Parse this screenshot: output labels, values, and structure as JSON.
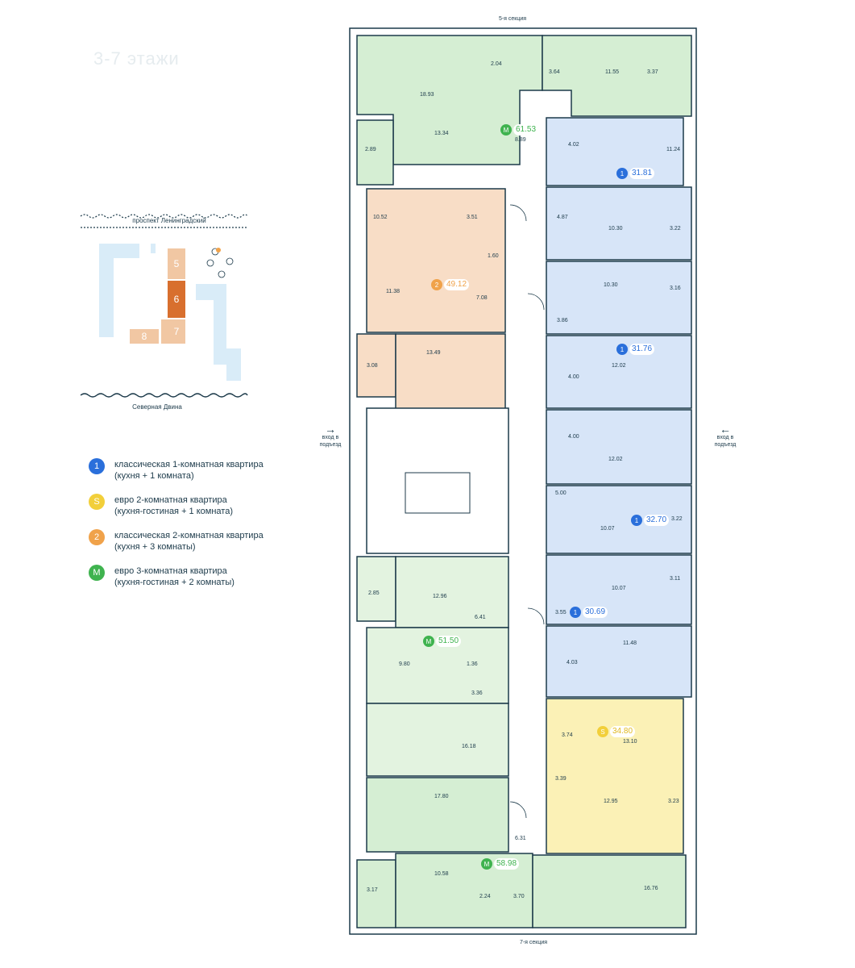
{
  "floor_title": "3-7 этажи",
  "section_top": "5-я секция",
  "section_bottom": "7-я секция",
  "entrance_left": [
    "вход в",
    "подъезд"
  ],
  "entrance_right": [
    "вход в",
    "подъезд"
  ],
  "keyplan": {
    "street": "проспект Ленинградский",
    "river": "Северная Двина",
    "sections": [
      "5",
      "6",
      "7",
      "8"
    ]
  },
  "legend": [
    {
      "badge": "1",
      "color": "#2a6fdb",
      "line1": "классическая 1-комнатная квартира",
      "line2": "(кухня + 1 комната)"
    },
    {
      "badge": "S",
      "color": "#f2cf3a",
      "line1": "евро 2-комнатная квартира",
      "line2": "(кухня-гостиная + 1 комната)"
    },
    {
      "badge": "2",
      "color": "#f0a24a",
      "line1": "классическая 2-комнатная квартира",
      "line2": "(кухня + 3 комнаты)"
    },
    {
      "badge": "M",
      "color": "#3fb34f",
      "line1": "евро 3-комнатная квартира",
      "line2": "(кухня-гостиная + 2 комнаты)"
    }
  ],
  "colors": {
    "green": "#d5eed3",
    "orange": "#f8ddc6",
    "blue": "#d7e5f8",
    "yellow": "#fbf1b6",
    "wall": "#1c3a4a",
    "keyplan_light": "#d9ecf8",
    "keyplan_orange": "#f1c7a3",
    "keyplan_current": "#d86f2e"
  },
  "apartments": [
    {
      "type": "M",
      "area": "61.53",
      "rooms": [
        "18.93",
        "2.04",
        "3.64",
        "11.55",
        "3.37",
        "13.34",
        "2.89",
        "8.89"
      ]
    },
    {
      "type": "1",
      "area": "31.81",
      "rooms": [
        "4.02",
        "11.24"
      ]
    },
    {
      "type": "2",
      "area": "49.12",
      "rooms": [
        "10.52",
        "3.51",
        "1.60",
        "11.38",
        "7.08",
        "13.49",
        "3.08"
      ]
    },
    {
      "type": "1",
      "area": "",
      "rooms": [
        "4.87",
        "10.30",
        "3.22"
      ]
    },
    {
      "type": "1",
      "area": "",
      "rooms": [
        "10.30",
        "3.16",
        "3.86"
      ]
    },
    {
      "type": "1",
      "area": "31.76",
      "rooms": [
        "4.00",
        "12.02"
      ]
    },
    {
      "type": "1",
      "area": "",
      "rooms": [
        "4.00",
        "12.02"
      ]
    },
    {
      "type": "1",
      "area": "32.70",
      "rooms": [
        "5.00",
        "10.07",
        "3.22"
      ]
    },
    {
      "type": "1",
      "area": "30.69",
      "rooms": [
        "10.07",
        "3.11",
        "3.55"
      ]
    },
    {
      "type": "1",
      "area": "",
      "rooms": [
        "11.48",
        "4.03"
      ]
    },
    {
      "type": "M",
      "area": "51.50",
      "rooms": [
        "2.85",
        "12.96",
        "6.41",
        "9.80",
        "1.36",
        "3.36",
        "16.18"
      ]
    },
    {
      "type": "S",
      "area": "34.80",
      "rooms": [
        "3.74",
        "13.10",
        "3.39",
        "12.95",
        "3.23"
      ]
    },
    {
      "type": "M",
      "area": "58.98",
      "rooms": [
        "17.80",
        "6.31",
        "3.17",
        "10.58",
        "2.24",
        "3.70",
        "16.76"
      ]
    }
  ]
}
